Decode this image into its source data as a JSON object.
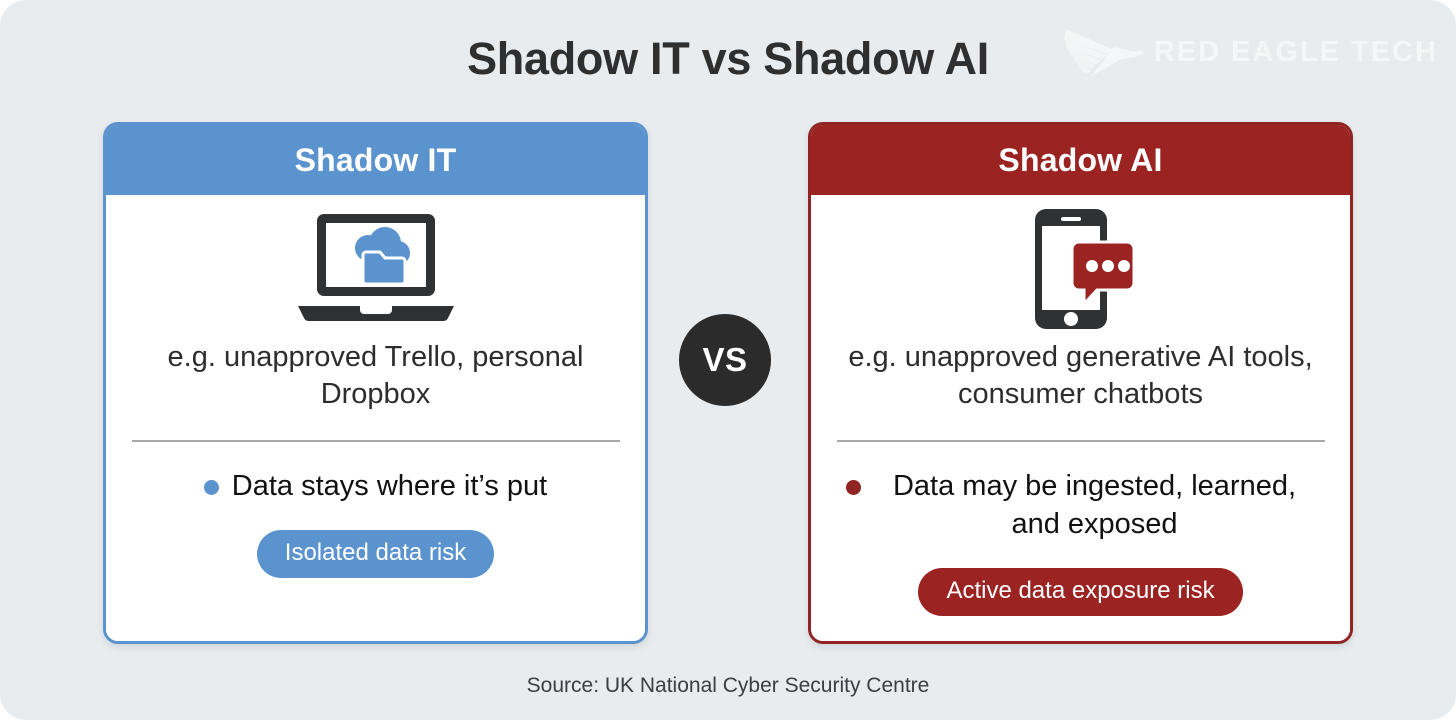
{
  "page": {
    "title": "Shadow IT vs Shadow AI",
    "background_color": "#e8ecee",
    "source_note": "Source: UK National Cyber Security Centre"
  },
  "logo": {
    "wordmark": "RED EAGLE TECH",
    "mark_name": "eagle-icon",
    "color": "#f4f7f8"
  },
  "vs_badge": {
    "label": "VS",
    "background_color": "#2b2b2b",
    "text_color": "#ffffff"
  },
  "cards": [
    {
      "id": "shadow-it",
      "header": "Shadow IT",
      "accent_color": "#5b93cf",
      "icon": "laptop-cloud-folder-icon",
      "example": "e.g. unapproved Trello, personal Dropbox",
      "bullet": "Data stays where it’s put",
      "pill": "Isolated data risk"
    },
    {
      "id": "shadow-ai",
      "header": "Shadow AI",
      "accent_color": "#9b2423",
      "icon": "smartphone-chat-bubble-icon",
      "example": "e.g. unapproved generative AI tools, consumer chatbots",
      "bullet": "Data may be ingested, learned, and exposed",
      "pill": "Active data exposure risk"
    }
  ]
}
